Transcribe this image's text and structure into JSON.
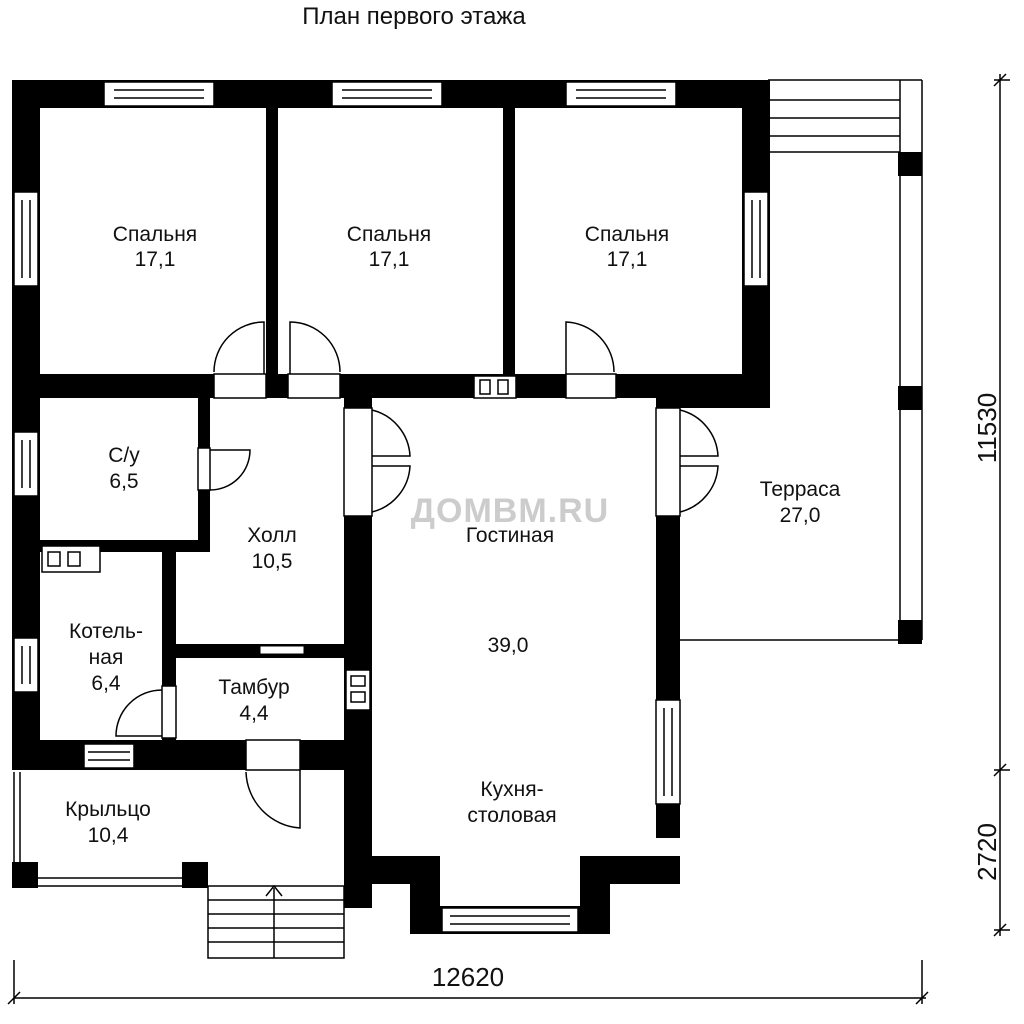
{
  "title": "План первого этажа",
  "watermark": "ДОМВМ.RU",
  "rooms": {
    "bedroom1": {
      "name": "Спальня",
      "area": "17,1"
    },
    "bedroom2": {
      "name": "Спальня",
      "area": "17,1"
    },
    "bedroom3": {
      "name": "Спальня",
      "area": "17,1"
    },
    "bathroom": {
      "name": "С/у",
      "area": "6,5"
    },
    "hall": {
      "name": "Холл",
      "area": "10,5"
    },
    "boiler": {
      "name_line1": "Котель-",
      "name_line2": "ная",
      "area": "6,4"
    },
    "vestibule": {
      "name": "Тамбур",
      "area": "4,4"
    },
    "porch": {
      "name": "Крыльцо",
      "area": "10,4"
    },
    "living": {
      "name": "Гостиная",
      "area": "39,0"
    },
    "kitchen": {
      "name_line1": "Кухня-",
      "name_line2": "столовая"
    },
    "terrace": {
      "name": "Терраса",
      "area": "27,0"
    }
  },
  "dimensions": {
    "width": "12620",
    "height_main": "11530",
    "height_porch": "2720"
  }
}
